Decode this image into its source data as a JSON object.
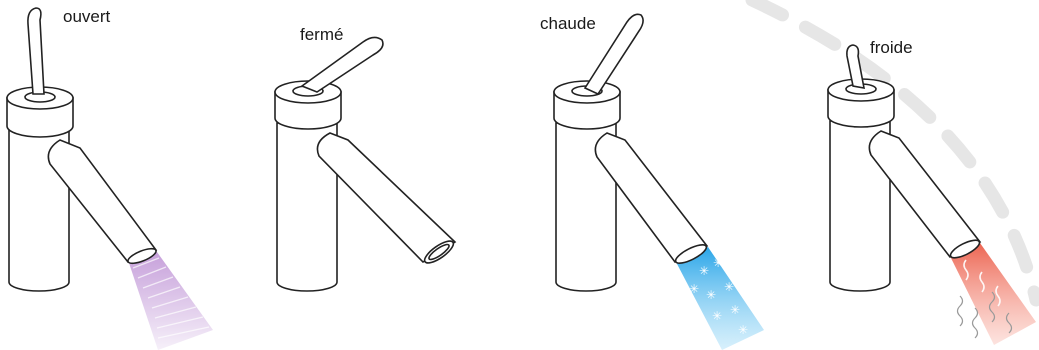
{
  "faucets": [
    {
      "label": "ouvert",
      "stream": "purple",
      "stream_color": "#b98ad2"
    },
    {
      "label": "fermé",
      "stream": "none",
      "stream_color": ""
    },
    {
      "label": "chaude",
      "stream": "blue",
      "stream_color": "#3cb0ea"
    },
    {
      "label": "froide",
      "stream": "red",
      "stream_color": "#f07a66"
    }
  ],
  "colors": {
    "outline": "#222222",
    "watermark": "#e0e0e0"
  }
}
